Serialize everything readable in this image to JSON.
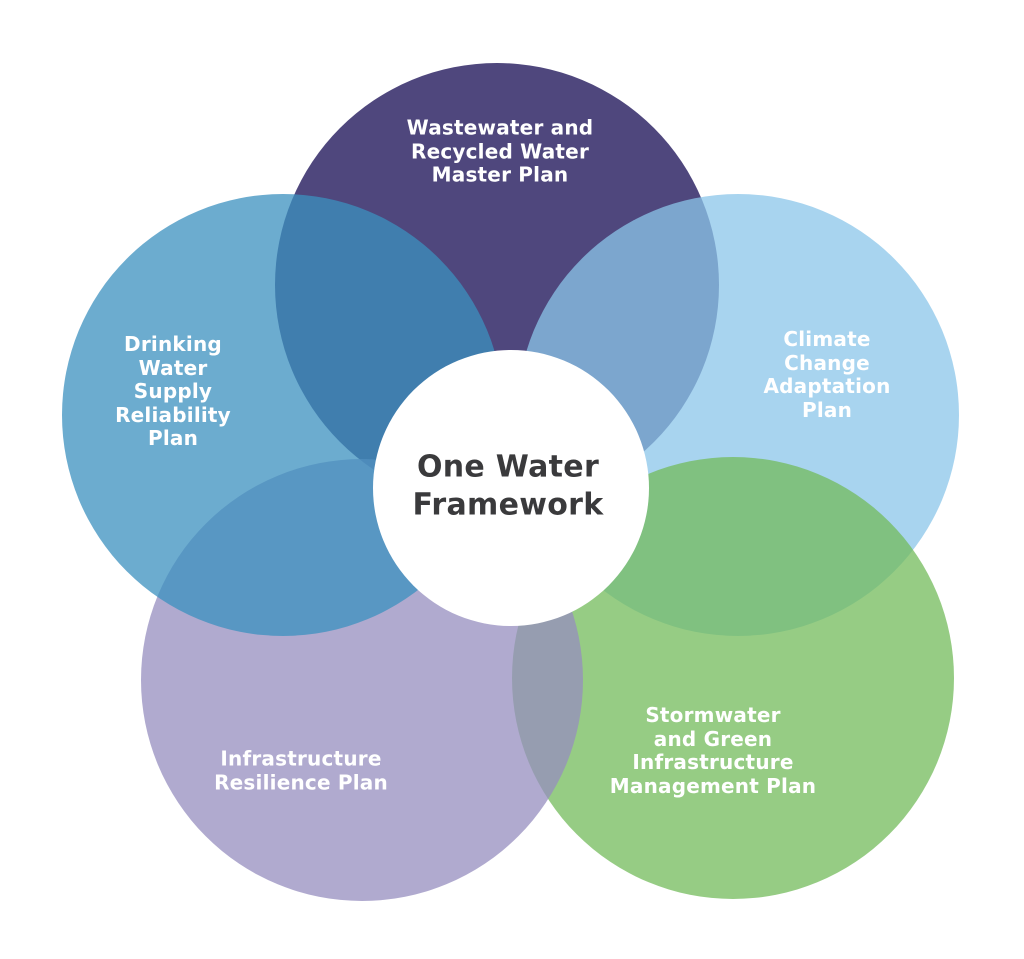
{
  "diagram": {
    "title": "One Water Framework",
    "background_color": "#ffffff",
    "label_text_color": "#ffffff",
    "center": {
      "label": "One Water\nFramework",
      "bg_color": "#ffffff",
      "text_color": "#3a3a3c"
    },
    "petals": [
      {
        "id": "wastewater",
        "label": "Wastewater and\nRecycled Water\nMaster Plan",
        "fill": "#140a52",
        "apparent_color": "#4e477d",
        "position": "top"
      },
      {
        "id": "climate",
        "label": "Climate\nChange\nAdaptation\nPlan",
        "fill": "#8bc6ea",
        "apparent_color": "#a8d4ef",
        "position": "right"
      },
      {
        "id": "stormwater",
        "label": "Stormwater\nand Green\nInfrastructure\nManagement Plan",
        "fill": "#73bb5b",
        "apparent_color": "#96cc84",
        "position": "bottom-right"
      },
      {
        "id": "resilience",
        "label": "Infrastructure\nResilience Plan",
        "fill": "#968ebf",
        "apparent_color": "#b0aacf",
        "position": "bottom-left"
      },
      {
        "id": "drinking",
        "label": "Drinking\nWater\nSupply\nReliability\nPlan",
        "fill": "#3b90bf",
        "apparent_color": "#6caccf",
        "position": "left"
      }
    ]
  }
}
